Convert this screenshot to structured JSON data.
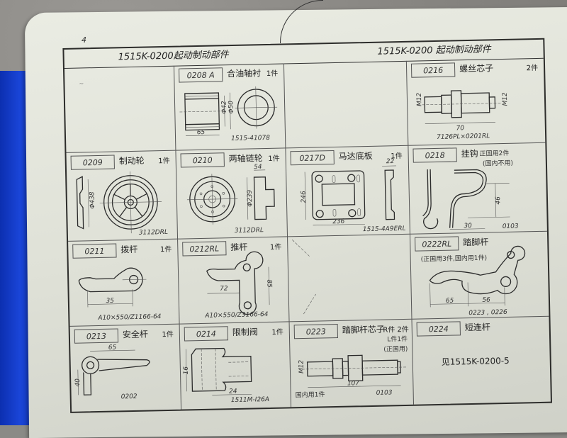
{
  "page": {
    "number": "4",
    "header_left": "1515K-0200起动制动部件",
    "header_right": "1515K-0200 起动制动部件"
  },
  "parts": [
    {
      "code": "",
      "name": "",
      "qty": "",
      "notes": []
    },
    {
      "code": "0208 A",
      "name": "合油轴衬",
      "qty": "1件",
      "dims": [
        "65",
        "Φ42",
        "Φ50"
      ],
      "notes": [
        "1515-41078"
      ]
    },
    {
      "code": "",
      "name": "",
      "qty": "",
      "notes": []
    },
    {
      "code": "0216",
      "name": "螺丝芯子",
      "qty": "2件",
      "dims": [
        "M12",
        "M12",
        "70"
      ],
      "notes": [
        "7126PL×0201RL"
      ]
    },
    {
      "code": "0209",
      "name": "制动轮",
      "qty": "1件",
      "dims": [
        "Φ438"
      ],
      "notes": [
        "3112DRL"
      ]
    },
    {
      "code": "0210",
      "name": "两轴链轮",
      "qty": "1件",
      "dims": [
        "54",
        "Φ239"
      ],
      "notes": [
        "3112DRL"
      ]
    },
    {
      "code": "0217D",
      "name": "马达底板",
      "qty": "1件",
      "dims": [
        "22",
        "246",
        "236"
      ],
      "notes": [
        "1515-4A9ERL"
      ]
    },
    {
      "code": "0218",
      "name": "挂钩",
      "qty": "",
      "dims": [
        "46",
        "30"
      ],
      "notes": [
        "正国用2件",
        "(国内不用)",
        "0103"
      ]
    },
    {
      "code": "0211",
      "name": "拨杆",
      "qty": "1件",
      "dims": [
        "35"
      ],
      "notes": [
        "A10×550/Z1166-64"
      ]
    },
    {
      "code": "0212RL",
      "name": "推杆",
      "qty": "1件",
      "dims": [
        "72",
        "85"
      ],
      "notes": [
        "A10×550/Z3166-64"
      ]
    },
    {
      "code": "",
      "name": "",
      "qty": "",
      "notes": []
    },
    {
      "code": "0222RL",
      "name": "踏脚杆",
      "qty": "",
      "dims": [
        "65",
        "56"
      ],
      "notes": [
        "(正国用3件,国内用1件)",
        "0223 , 0226"
      ]
    },
    {
      "code": "0213",
      "name": "安全杆",
      "qty": "1件",
      "dims": [
        "65",
        "40"
      ],
      "notes": [
        "0202"
      ]
    },
    {
      "code": "0214",
      "name": "限制阀",
      "qty": "1件",
      "dims": [
        "16",
        "24"
      ],
      "notes": [
        "1511M-I26A"
      ]
    },
    {
      "code": "0223",
      "name": "踏脚杆芯子",
      "qty": "R件 2件",
      "dims": [
        "M12",
        "107"
      ],
      "notes": [
        "L件1件",
        "(正国用)",
        "国内用1件",
        "0103"
      ]
    },
    {
      "code": "0224",
      "name": "短连杆",
      "qty": "",
      "dims": [],
      "notes": [
        "见1515K-0200-5"
      ]
    }
  ],
  "colors": {
    "paper": "#e3e5dc",
    "ink": "#2a2a2a",
    "binder": "#1a45d8",
    "background": "#8a8a86"
  }
}
